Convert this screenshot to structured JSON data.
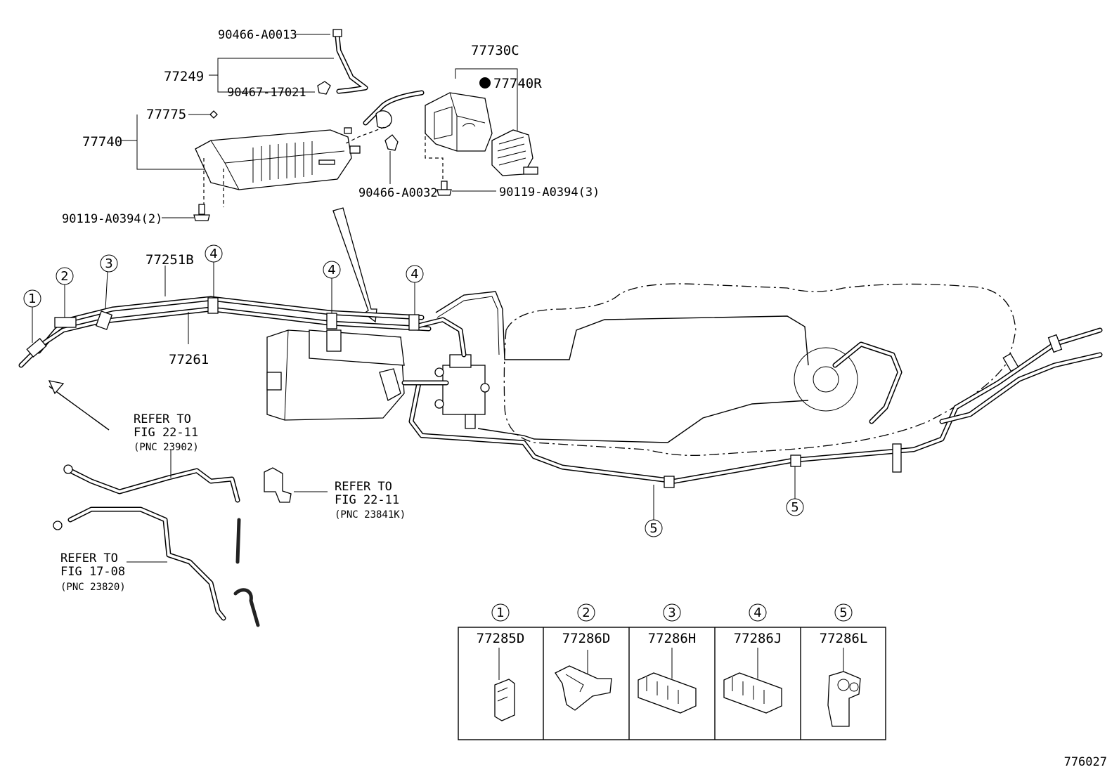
{
  "labels": {
    "p90466_a0013": "90466-A0013",
    "p77249": "77249",
    "p90467_17021": "90467-17021",
    "p77775": "77775",
    "p77740": "77740",
    "p90119_a0394_2": "90119-A0394(2)",
    "p77730c": "77730C",
    "p77740r": "77740R",
    "p90466_a0032": "90466-A0032",
    "p90119_a0394_3": "90119-A0394(3)",
    "p77251b": "77251B",
    "p77261": "77261",
    "fig_code": "776027"
  },
  "refer_notes": [
    {
      "line1": "REFER TO",
      "line2": "FIG 22-11",
      "line3": "(PNC 23902)"
    },
    {
      "line1": "REFER TO",
      "line2": "FIG 22-11",
      "line3": "(PNC 23841K)"
    },
    {
      "line1": "REFER TO",
      "line2": "FIG 17-08",
      "line3": "(PNC 23820)"
    }
  ],
  "callouts": [
    "1",
    "2",
    "3",
    "4",
    "4",
    "4",
    "5",
    "5"
  ],
  "clamp_table": [
    {
      "num": "1",
      "part": "77285D"
    },
    {
      "num": "2",
      "part": "77286D"
    },
    {
      "num": "3",
      "part": "77286H"
    },
    {
      "num": "4",
      "part": "77286J"
    },
    {
      "num": "5",
      "part": "77286L"
    }
  ]
}
